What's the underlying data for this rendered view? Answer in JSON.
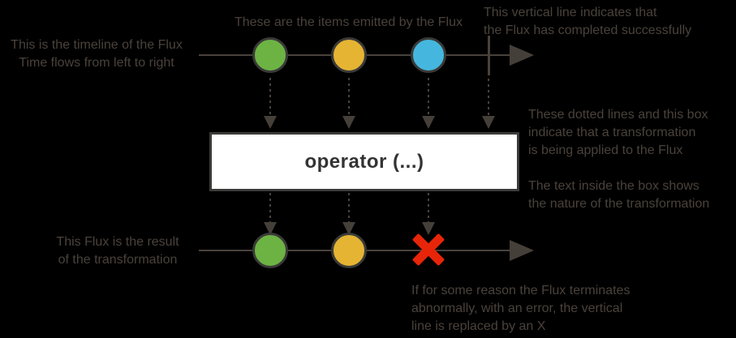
{
  "background": "#000000",
  "colors": {
    "annotation_text": "#4a423b",
    "line": "#49423c",
    "marble_green": "#6cb344",
    "marble_yellow": "#e5b432",
    "marble_blue": "#45b7de",
    "marble_border": "#3a3a38",
    "error_red": "#e82508",
    "operator_box_bg": "#ffffff",
    "operator_box_border": "#3b3b39",
    "operator_text": "#333333"
  },
  "annotations": {
    "timeline": {
      "line1": "This is the timeline of the Flux",
      "line2": "Time flows from left to right"
    },
    "items": {
      "line1": "These are the items emitted by the Flux"
    },
    "completion": {
      "line1": "This vertical line indicates that",
      "line2": "the Flux has completed successfully"
    },
    "transformation": {
      "line1": "These dotted lines and this box",
      "line2": "indicate that a transformation",
      "line3": "is being applied to the Flux"
    },
    "box_text": {
      "line1": "The text inside the box shows",
      "line2": "the nature of the transformation"
    },
    "result": {
      "line1": "This Flux is the result",
      "line2": "of the transformation"
    },
    "error": {
      "line1": "If for some reason the Flux terminates",
      "line2": "abnormally, with an error, the vertical",
      "line3": "line is replaced by an X"
    }
  },
  "operator_box": {
    "label": "operator (...)"
  },
  "flux_source": {
    "items": [
      {
        "id": "item-1",
        "color": "#6cb344"
      },
      {
        "id": "item-2",
        "color": "#e5b432"
      },
      {
        "id": "item-3",
        "color": "#45b7de"
      }
    ],
    "terminal": "completed"
  },
  "flux_result": {
    "items": [
      {
        "id": "item-1",
        "color": "#6cb344"
      },
      {
        "id": "item-2",
        "color": "#e5b432"
      }
    ],
    "terminal": "error"
  }
}
